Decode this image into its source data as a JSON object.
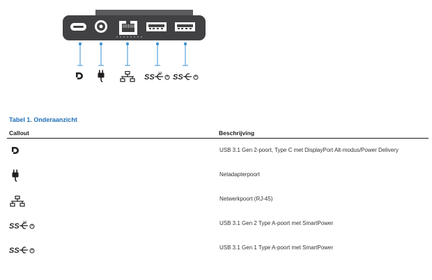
{
  "figure": {
    "icons": [
      "displayport-icon",
      "power-plug-icon",
      "network-icon",
      "usb-ss-10-power-icon",
      "usb-ss-power-icon"
    ]
  },
  "table": {
    "caption": "Tabel 1. Onderaanzicht",
    "headers": {
      "callout": "Callout",
      "description": "Beschrijving"
    },
    "rows": [
      {
        "icon": "displayport-icon",
        "description": "USB 3.1 Gen 2-poort, Type C met DisplayPort Alt-modus/Power Delivery"
      },
      {
        "icon": "power-plug-icon",
        "description": "Netadapterpoort"
      },
      {
        "icon": "network-icon",
        "description": "Netwerkpoort (RJ-45)"
      },
      {
        "icon": "usb-ss-10-power-icon",
        "description": "USB 3.1 Gen 2 Type A-poort met SmartPower"
      },
      {
        "icon": "usb-ss-power-icon",
        "description": "USB 3.1 Gen 1 Type A-poort met SmartPower"
      }
    ]
  },
  "colors": {
    "accent": "#1f6fb5",
    "device": "#414042",
    "leader": "#3a8fd0"
  }
}
